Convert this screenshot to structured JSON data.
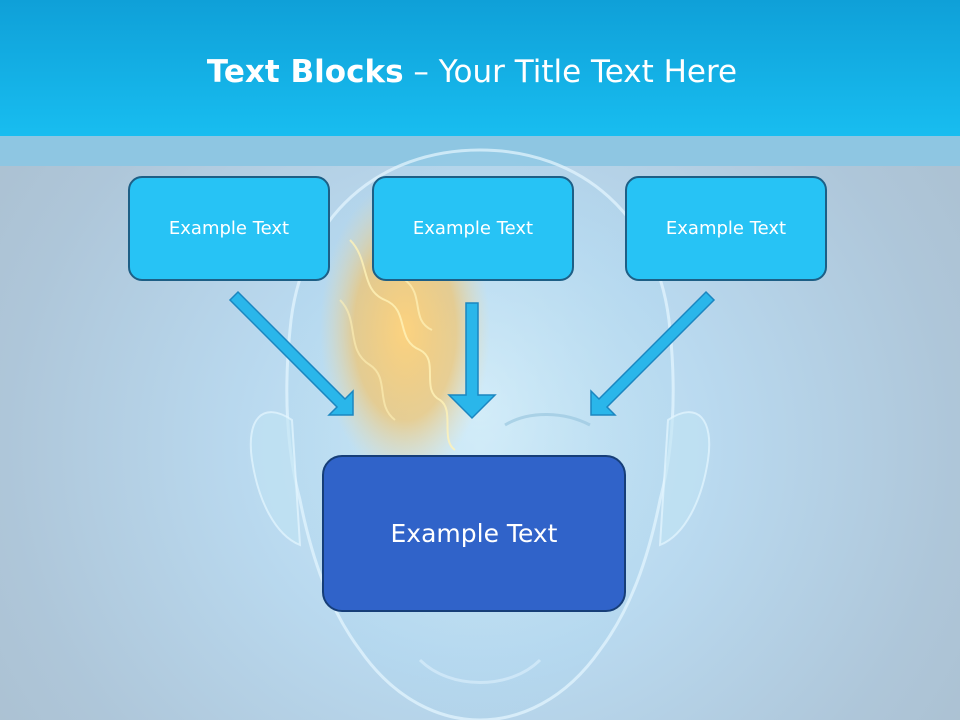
{
  "title": {
    "bold": "Text Blocks",
    "separator": " – ",
    "regular": "Your Title Text Here"
  },
  "boxes": {
    "left": "Example Text",
    "center": "Example Text",
    "right": "Example Text",
    "main": "Example Text"
  },
  "colors": {
    "header": "#18bdf0",
    "small_box_fill": "#27c3f5",
    "main_box_fill": "#3063c9",
    "arrow": "#2ab6ea"
  }
}
